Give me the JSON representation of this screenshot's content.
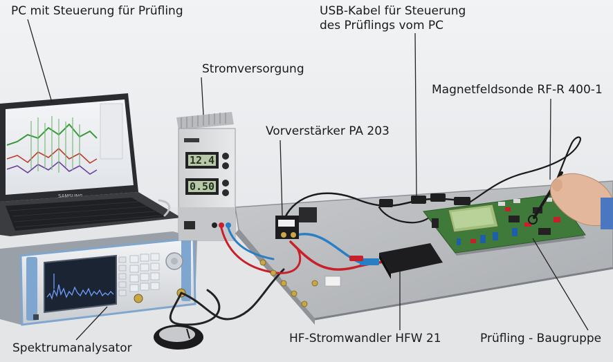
{
  "labels": {
    "pc": "PC mit Steuerung für Prüfling",
    "usb_line1": "USB-Kabel für Steuerung",
    "usb_line2": "des Prüflings vom PC",
    "psu": "Stromversorgung",
    "probe": "Magnetfeldsonde RF-R 400-1",
    "preamp": "Vorverstärker PA 203",
    "analyzer": "Spektrumanalysator",
    "current_clamp": "HF-Stromwandler HFW 21",
    "dut": "Prüfling - Baugruppe"
  },
  "psu_displays": {
    "upper": "12.4",
    "lower": "0.50"
  },
  "brand": "SAMSUNG",
  "colors": {
    "background": "#e9eaec",
    "table": "#b9bcc0",
    "pcb": "#3f7a3a",
    "analyzer_accent": "#7fa6cf",
    "cable_red": "#c8202a",
    "cable_blue": "#2a7fc4"
  }
}
